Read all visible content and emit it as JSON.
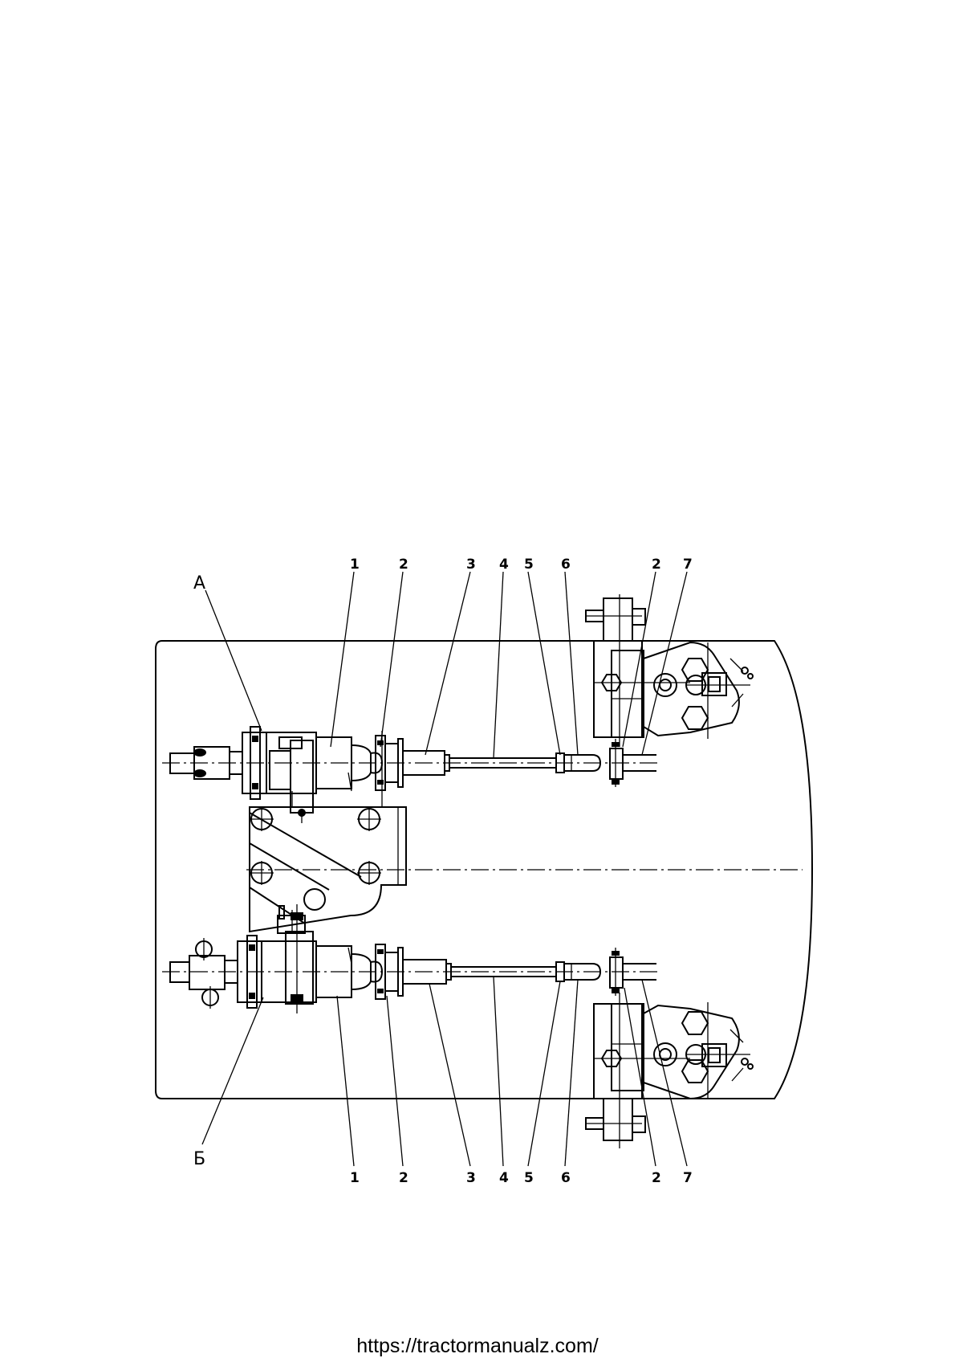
{
  "diagram": {
    "view_labels": {
      "top": "А",
      "bottom": "Б"
    },
    "top_callouts": [
      "1",
      "2",
      "3",
      "4",
      "5",
      "6",
      "2",
      "7"
    ],
    "bottom_callouts": [
      "1",
      "2",
      "3",
      "4",
      "5",
      "6",
      "2",
      "7"
    ]
  },
  "footer": {
    "url": "https://tractormanualz.com/"
  }
}
